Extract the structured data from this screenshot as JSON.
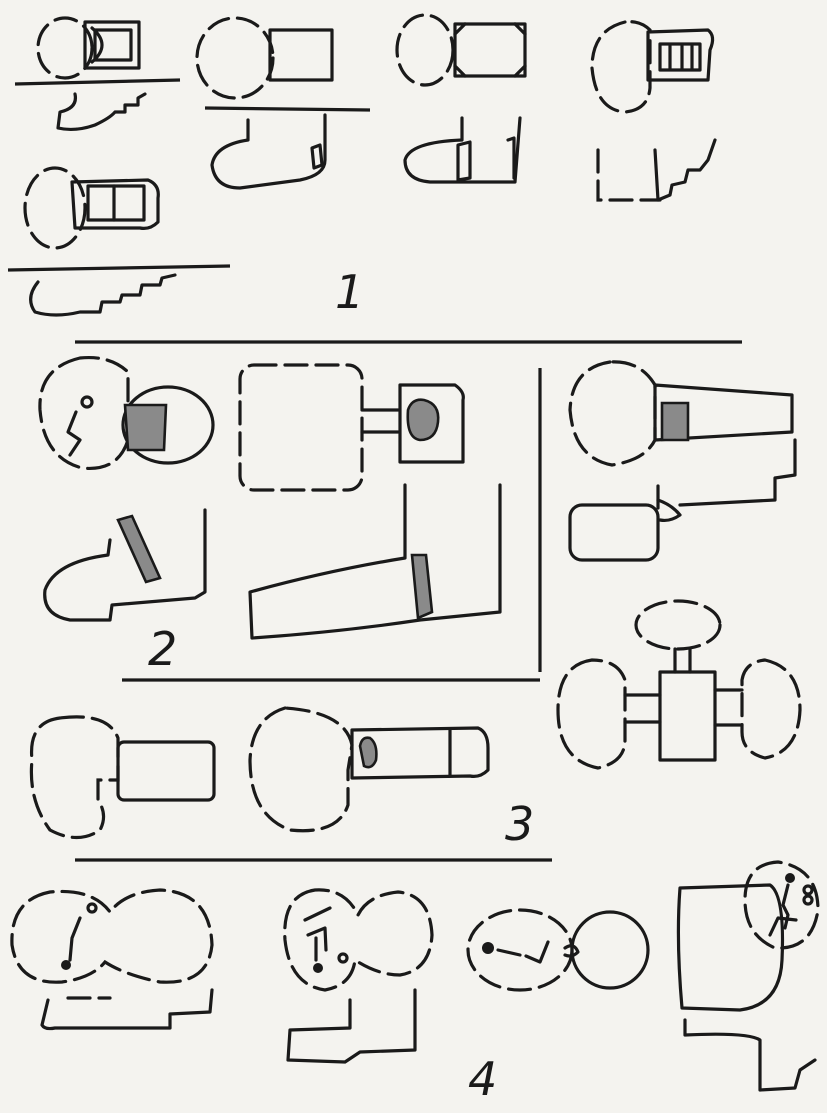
{
  "figure": {
    "labels": {
      "group1": "1",
      "group2": "2",
      "group3": "3",
      "group4": "4"
    },
    "colors": {
      "ink": "#1a1a1a",
      "paper": "#f4f3ef",
      "hatch": "#8a8a8a"
    }
  }
}
